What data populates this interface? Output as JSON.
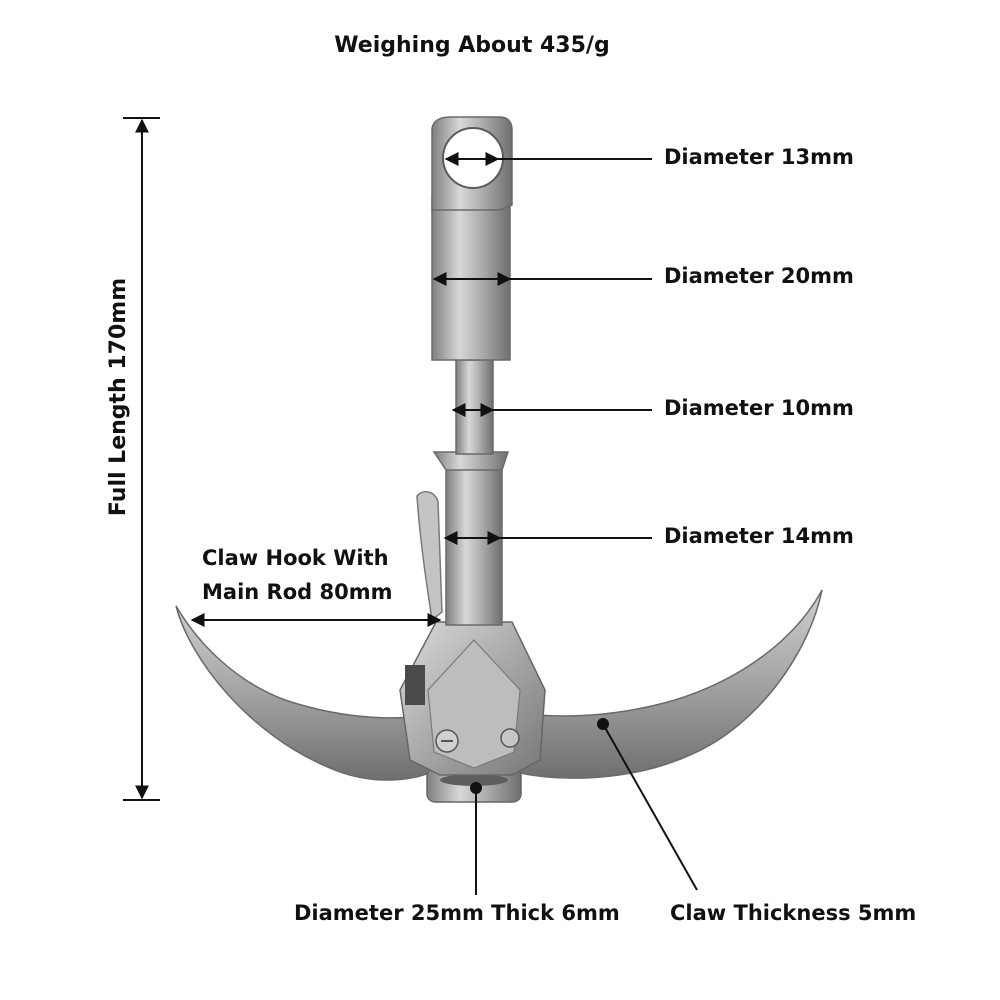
{
  "title": "Weighing About 435/g",
  "dimensions": {
    "eye_hole": "Diameter 13mm",
    "head": "Diameter 20mm",
    "neck": "Diameter 10mm",
    "shaft": "Diameter 14mm",
    "claw_hook_line1": "Claw Hook With",
    "claw_hook_line2": "Main Rod 80mm",
    "full_length": "Full Length 170mm",
    "base": "Diameter 25mm Thick 6mm",
    "claw_thickness": "Claw Thickness 5mm"
  },
  "colors": {
    "background": "#ffffff",
    "metal": "#a9a9a9",
    "annotation": "#111111"
  }
}
